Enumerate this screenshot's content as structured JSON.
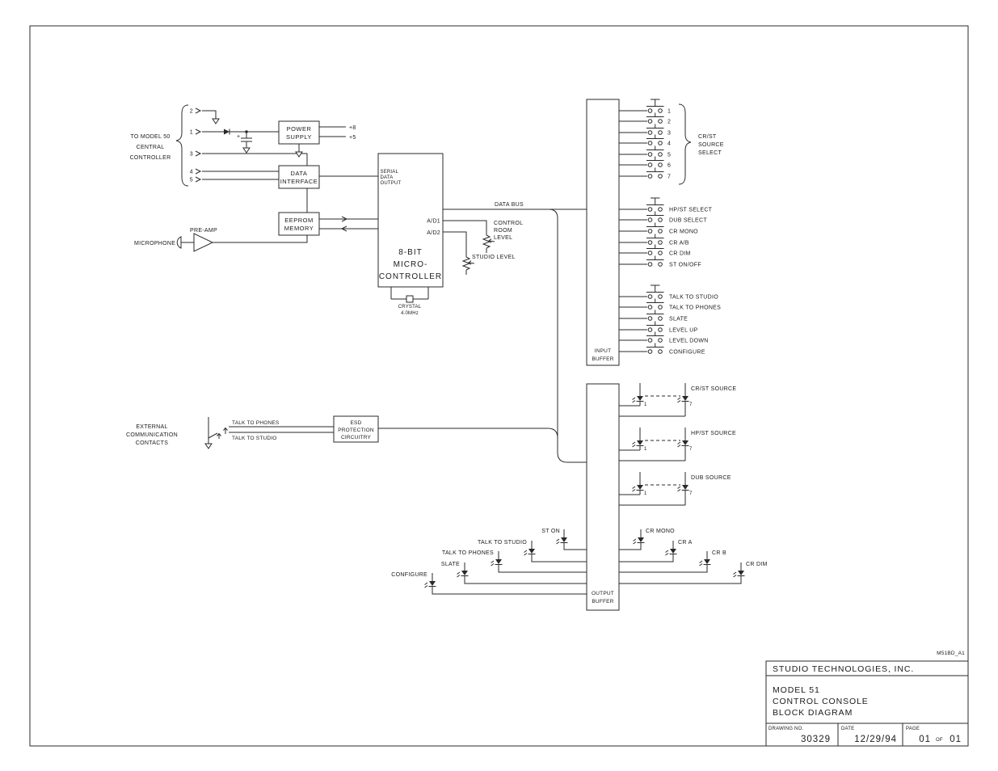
{
  "drawing": {
    "file_ref": "M51BD_A1",
    "company": "STUDIO TECHNOLOGIES, INC.",
    "title_lines": [
      "MODEL 51",
      "CONTROL CONSOLE",
      "BLOCK DIAGRAM"
    ],
    "drawing_no_label": "DRAWING NO.",
    "drawing_no": "30329",
    "date_label": "DATE",
    "date": "12/29/94",
    "page_label": "PAGE",
    "page_num": "01",
    "page_of": "OF",
    "page_total": "01"
  },
  "left": {
    "connector_label_lines": [
      "TO MODEL 50",
      "CENTRAL",
      "CONTROLLER"
    ],
    "pins": [
      "2",
      "1",
      "3",
      "4",
      "5"
    ],
    "cap_plus": "+",
    "microphone_label": "MICROPHONE",
    "preamp_label": "PRE-AMP"
  },
  "blocks": {
    "power_supply_lines": [
      "POWER",
      "SUPPLY"
    ],
    "power_out_1": "+8",
    "power_out_2": "+5",
    "data_interface_lines": [
      "DATA",
      "INTERFACE"
    ],
    "eeprom_lines": [
      "EEPROM",
      "MEMORY"
    ],
    "esd_lines": [
      "ESD",
      "PROTECTION",
      "CIRCUITRY"
    ],
    "input_buffer_lines": [
      "INPUT",
      "BUFFER"
    ],
    "output_buffer_lines": [
      "OUTPUT",
      "BUFFER"
    ]
  },
  "mcu": {
    "serial_pin_lines": [
      "SERIAL",
      "DATA",
      "OUTPUT"
    ],
    "ad1": "A/D1",
    "ad2": "A/D2",
    "name_lines": [
      "8-BIT",
      "MICRO-",
      "CONTROLLER"
    ],
    "crystal_lines": [
      "CRYSTAL",
      "4.0MHz"
    ],
    "data_bus_label": "DATA BUS",
    "control_room_level_lines": [
      "CONTROL",
      "ROOM",
      "LEVEL"
    ],
    "studio_level_label": "STUDIO LEVEL"
  },
  "external": {
    "contacts_lines": [
      "EXTERNAL",
      "COMMUNICATION",
      "CONTACTS"
    ],
    "talk_to_phones": "TALK TO PHONES",
    "talk_to_studio": "TALK TO STUDIO"
  },
  "input_buffer": {
    "source_numbers": [
      "1",
      "2",
      "3",
      "4",
      "5",
      "6",
      "7"
    ],
    "source_select_lines": [
      "CR/ST",
      "SOURCE",
      "SELECT"
    ],
    "mode_switches": [
      "HP/ST SELECT",
      "DUB SELECT",
      "CR MONO",
      "CR A/B",
      "CR DIM",
      "ST ON/OFF"
    ],
    "function_switches": [
      "TALK TO STUDIO",
      "TALK TO PHONES",
      "SLATE",
      "LEVEL UP",
      "LEVEL DOWN",
      "CONFIGURE"
    ]
  },
  "output_buffer": {
    "source_groups": [
      {
        "label": "CR/ST SOURCE",
        "first": "1",
        "last": "7"
      },
      {
        "label": "HP/ST SOURCE",
        "first": "1",
        "last": "7"
      },
      {
        "label": "DUB SOURCE",
        "first": "1",
        "last": "7"
      }
    ],
    "status_left": [
      "ST ON",
      "TALK TO STUDIO",
      "TALK TO PHONES",
      "SLATE",
      "CONFIGURE"
    ],
    "status_right": [
      "CR MONO",
      "CR A",
      "CR B",
      "CR DIM"
    ]
  },
  "colors": {
    "ink": "#2a2a2a",
    "paper": "#ffffff"
  }
}
